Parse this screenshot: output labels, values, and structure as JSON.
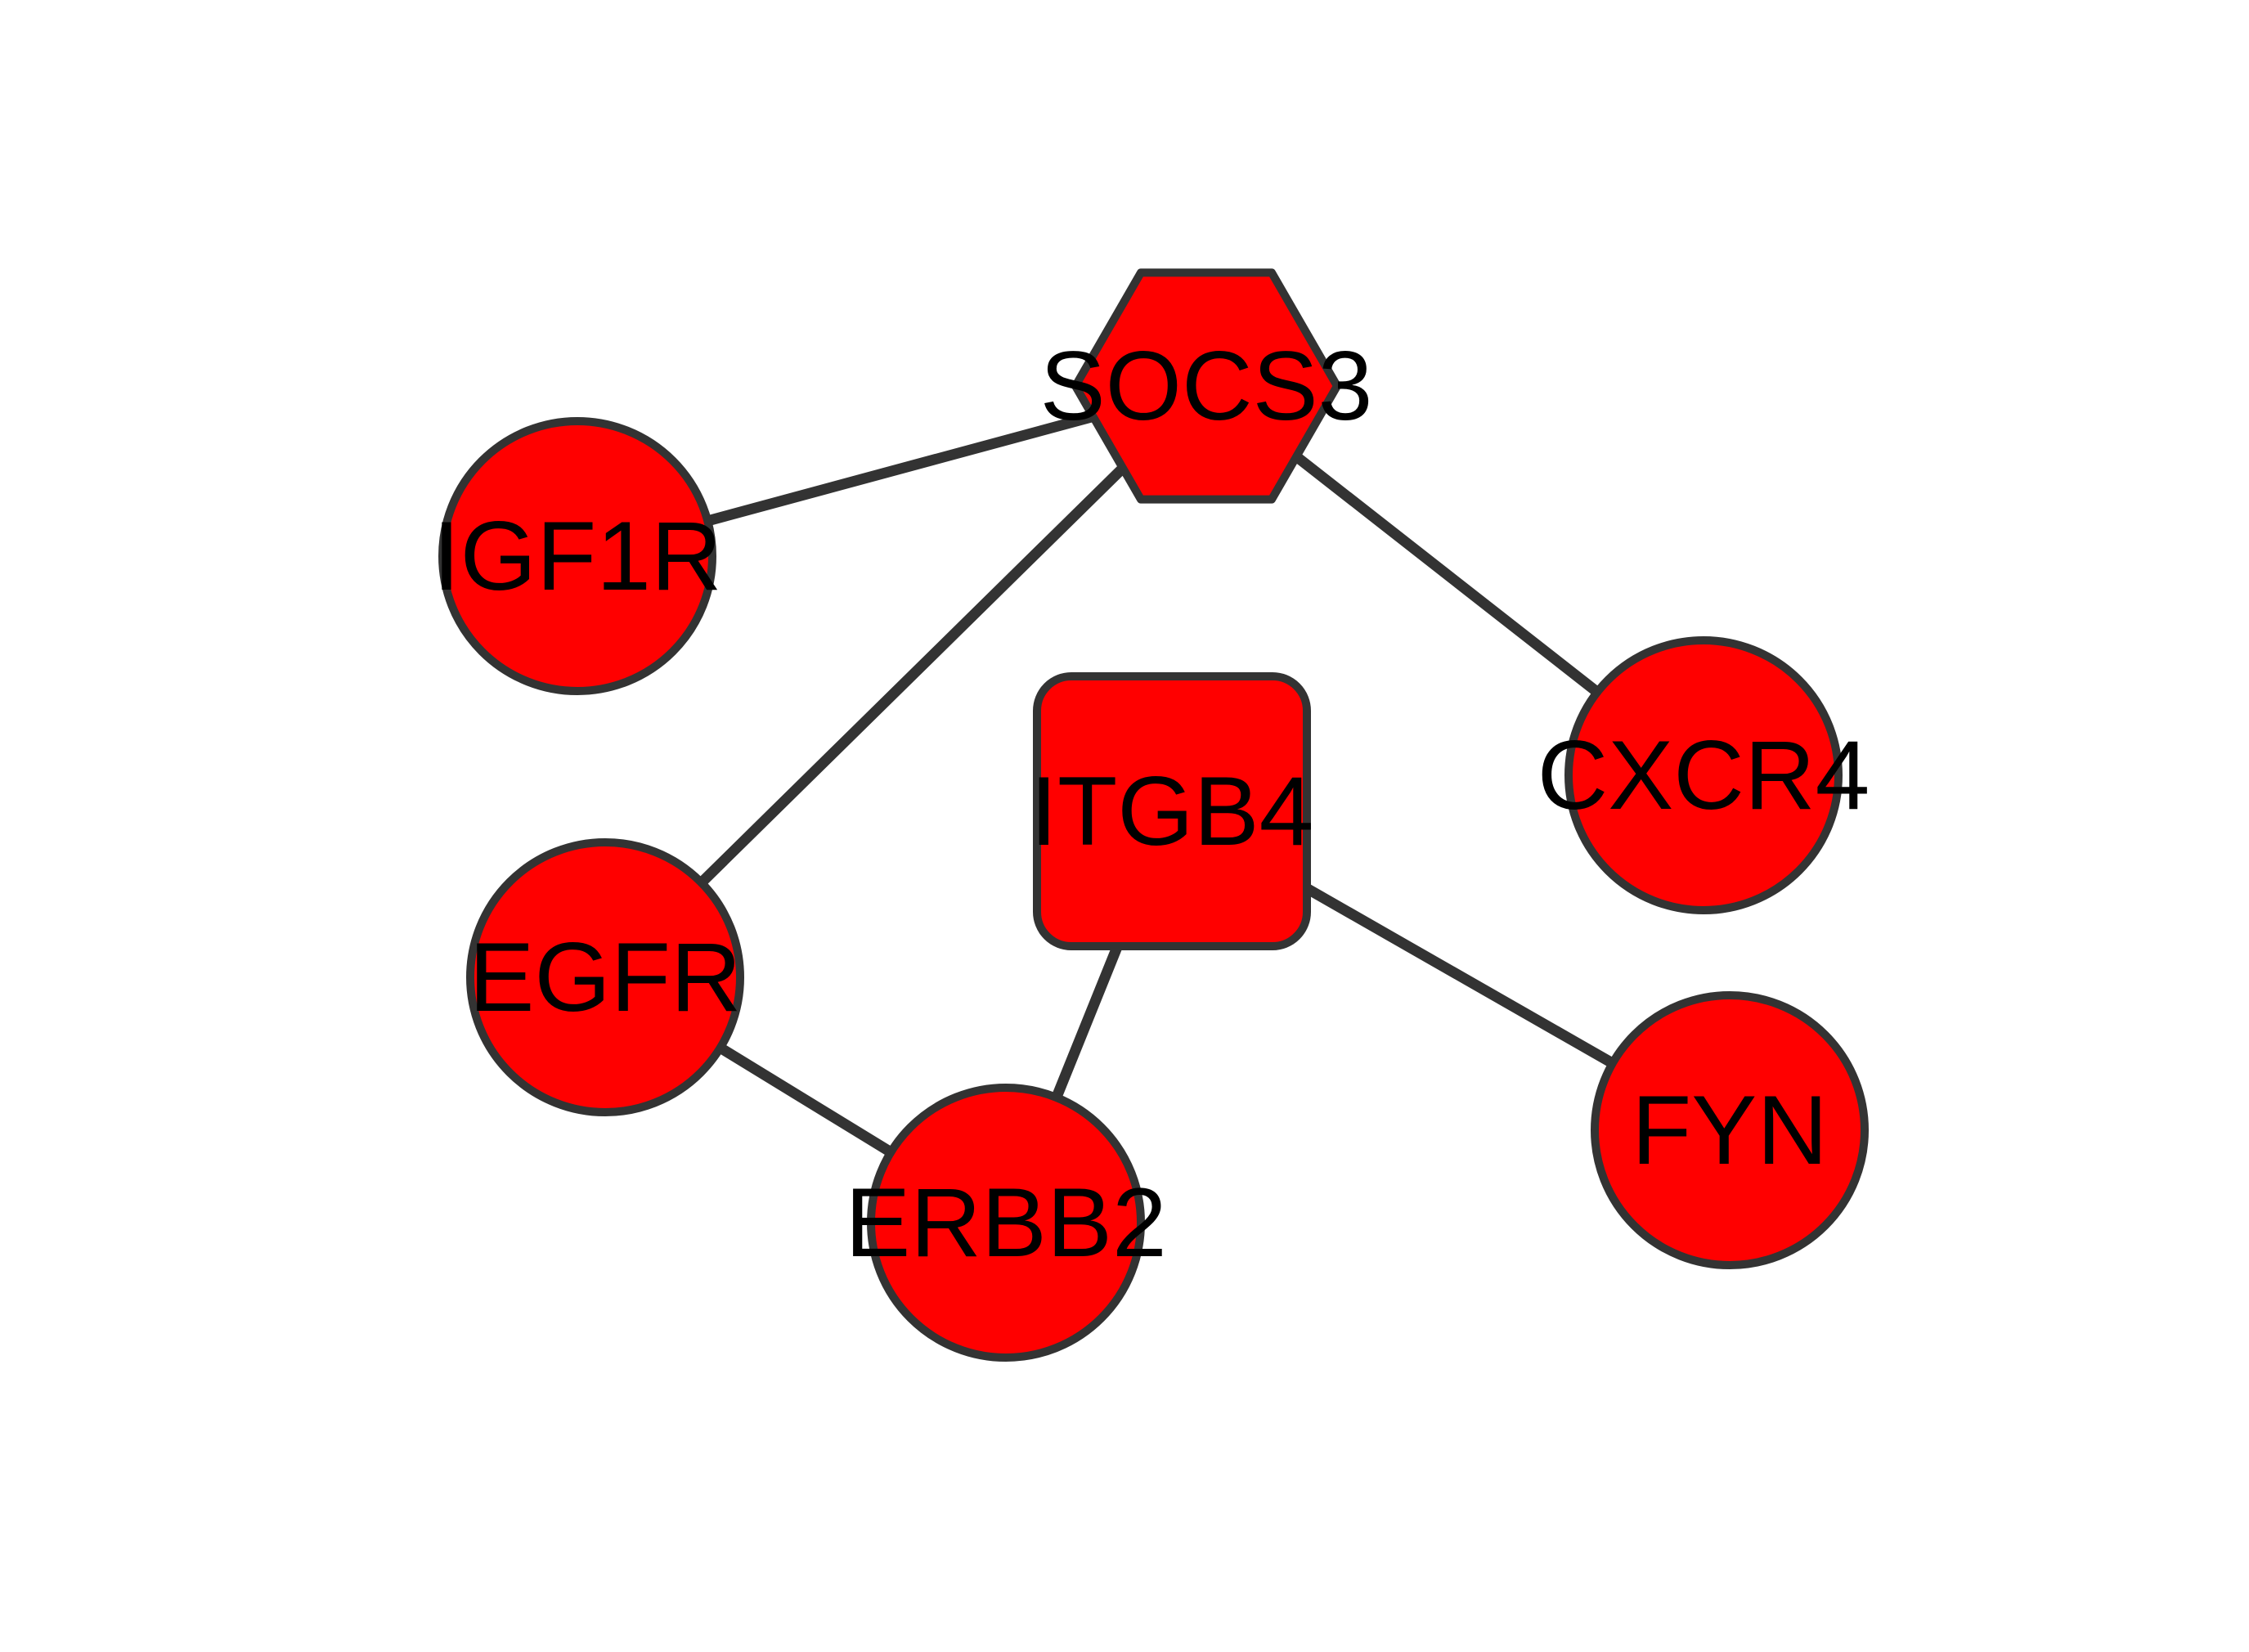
{
  "colors": {
    "node_fill": "#ff0000",
    "node_stroke": "#333333",
    "edge": "#333333",
    "label": "#000000",
    "background": "#ffffff"
  },
  "nodes": [
    {
      "id": "SOCS3",
      "label": "SOCS3",
      "shape": "hexagon"
    },
    {
      "id": "IGF1R",
      "label": "IGF1R",
      "shape": "circle"
    },
    {
      "id": "EGFR",
      "label": "EGFR",
      "shape": "circle"
    },
    {
      "id": "ITGB4",
      "label": "ITGB4",
      "shape": "rounded-square"
    },
    {
      "id": "CXCR4",
      "label": "CXCR4",
      "shape": "circle"
    },
    {
      "id": "ERBB2",
      "label": "ERBB2",
      "shape": "circle"
    },
    {
      "id": "FYN",
      "label": "FYN",
      "shape": "circle"
    }
  ],
  "edges": [
    {
      "source": "SOCS3",
      "target": "IGF1R"
    },
    {
      "source": "SOCS3",
      "target": "EGFR"
    },
    {
      "source": "SOCS3",
      "target": "CXCR4"
    },
    {
      "source": "EGFR",
      "target": "ERBB2"
    },
    {
      "source": "ITGB4",
      "target": "ERBB2"
    },
    {
      "source": "ITGB4",
      "target": "FYN"
    }
  ]
}
